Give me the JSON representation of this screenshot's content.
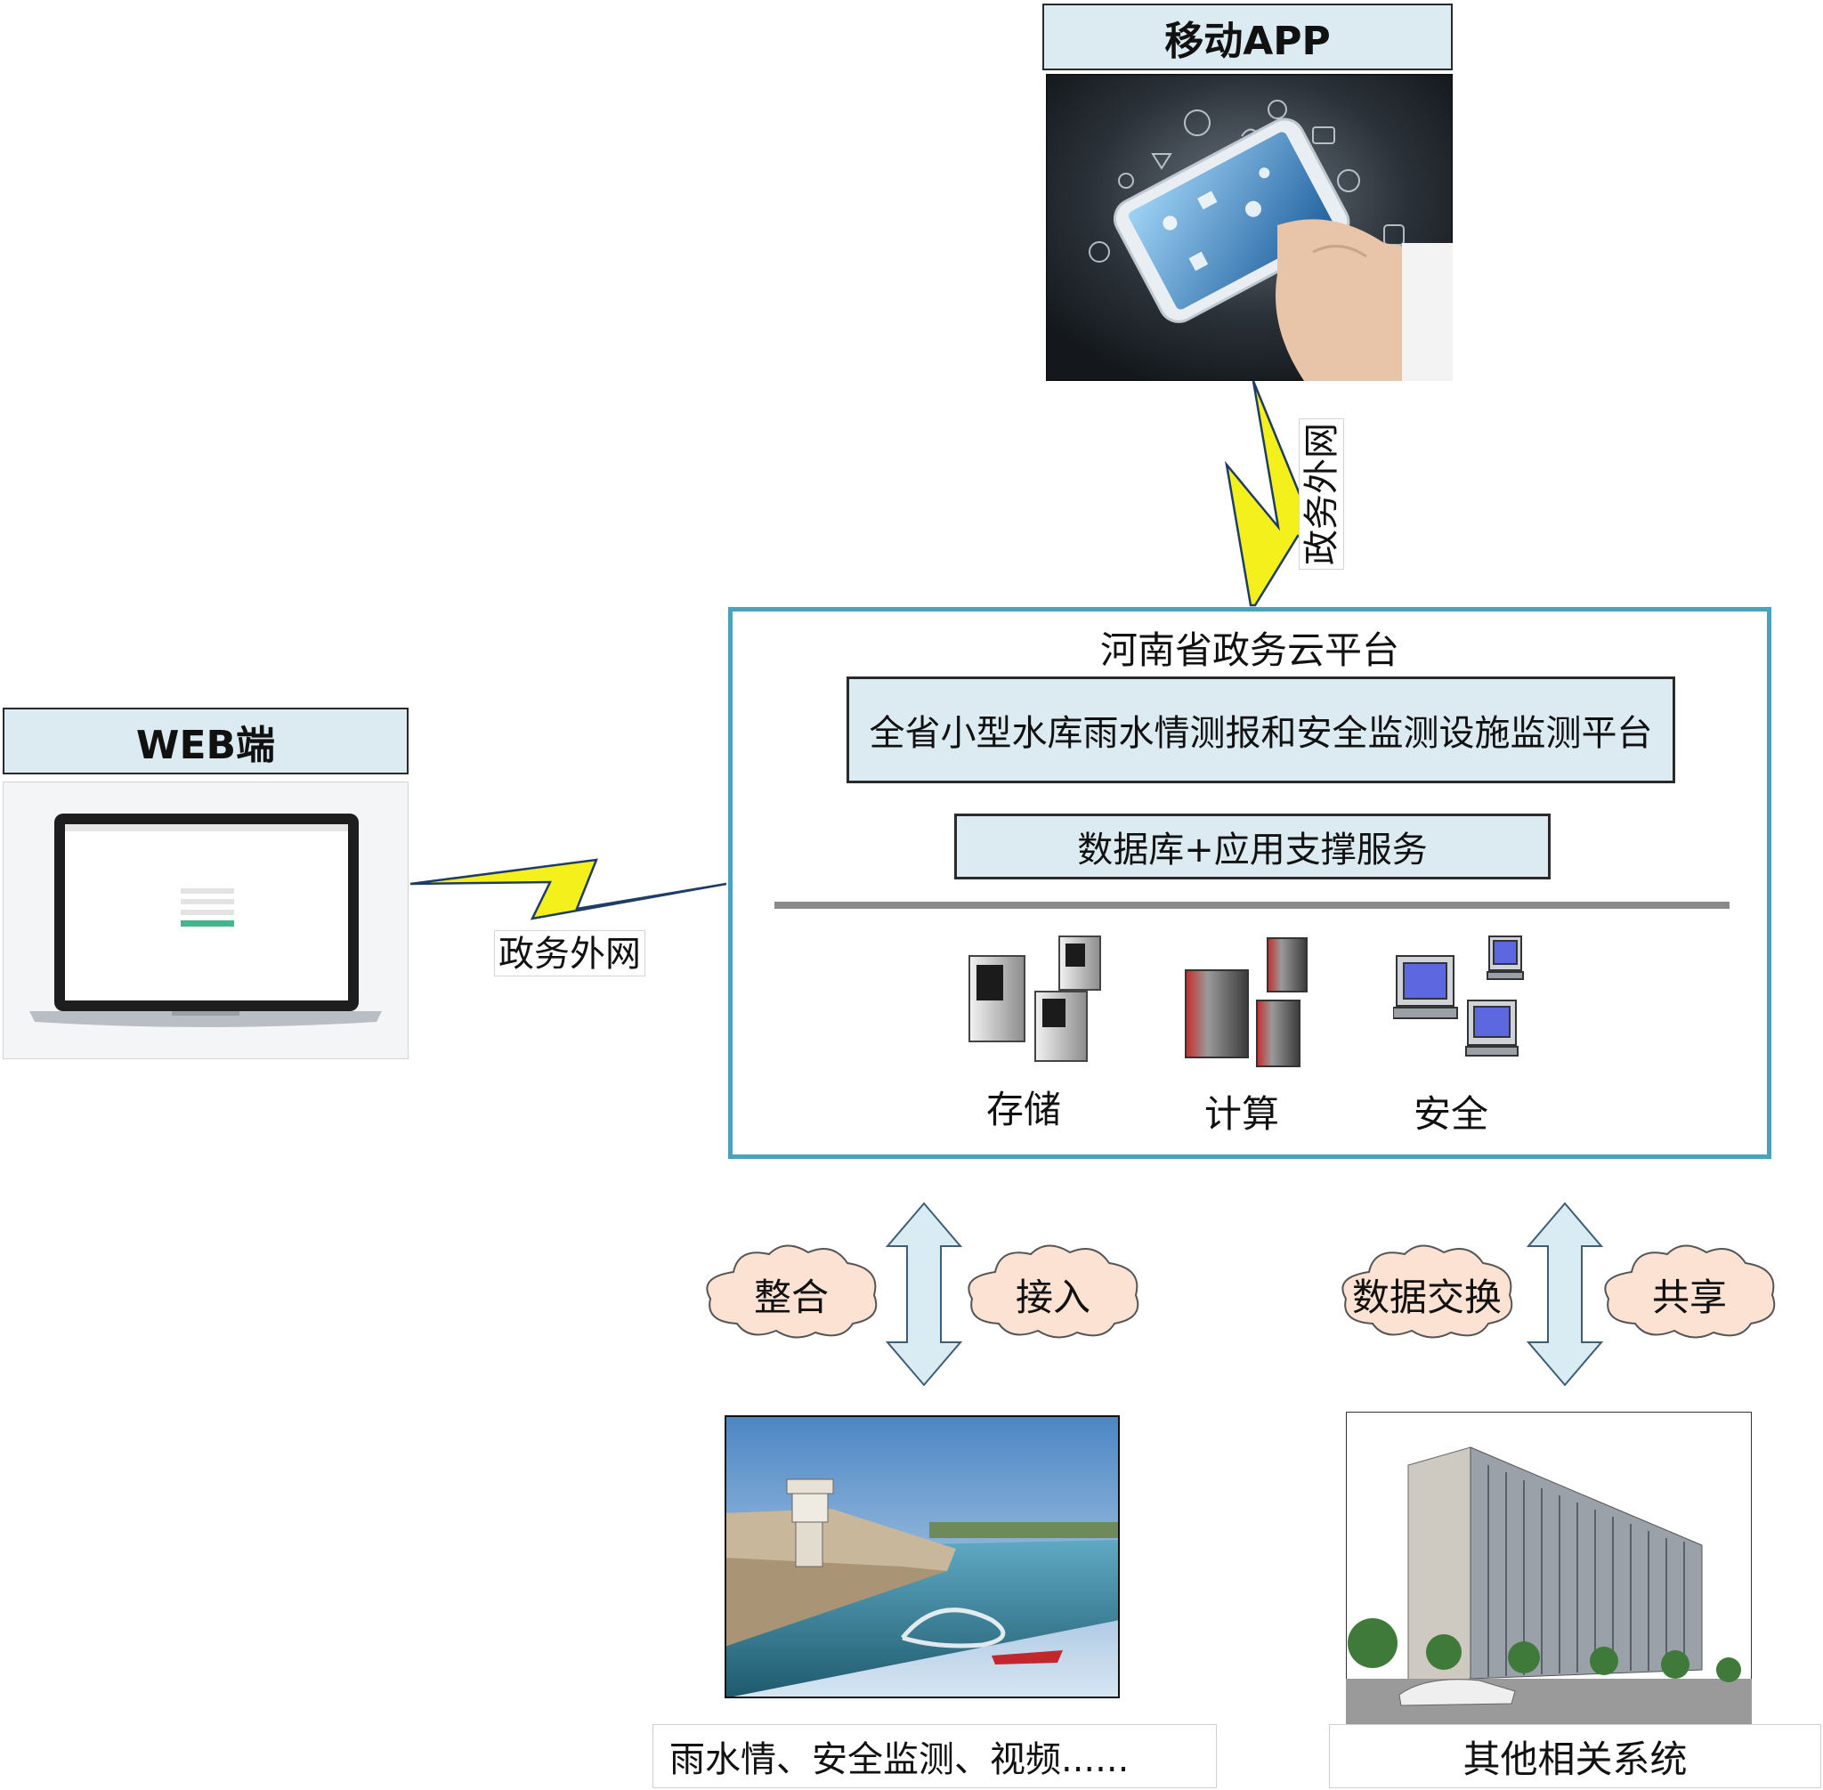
{
  "mobile": {
    "title": "移动APP"
  },
  "web": {
    "title": "WEB端"
  },
  "links": {
    "vertical_label": "政务外网",
    "horizontal_label": "政务外网"
  },
  "cloud": {
    "title": "河南省政务云平台",
    "platform": "全省小型水库雨水情测报和安全监测设施监测平台",
    "service": "数据库+应用支撑服务",
    "resources": {
      "storage": "存储",
      "compute": "计算",
      "security": "安全"
    }
  },
  "flows": {
    "integrate": "整合",
    "access": "接入",
    "exchange": "数据交换",
    "share": "共享"
  },
  "sources": {
    "reservoir_label": "雨水情、安全监测、视频......",
    "other_label": "其他相关系统"
  },
  "colors": {
    "platform_border": "#4aa3bd",
    "label_fill": "#dcebf2",
    "bolt": "#f4f01c",
    "arrow_fill": "#d9ecf4",
    "cloud_fill": "#fbe2d2",
    "divider": "#8a8a8a"
  }
}
